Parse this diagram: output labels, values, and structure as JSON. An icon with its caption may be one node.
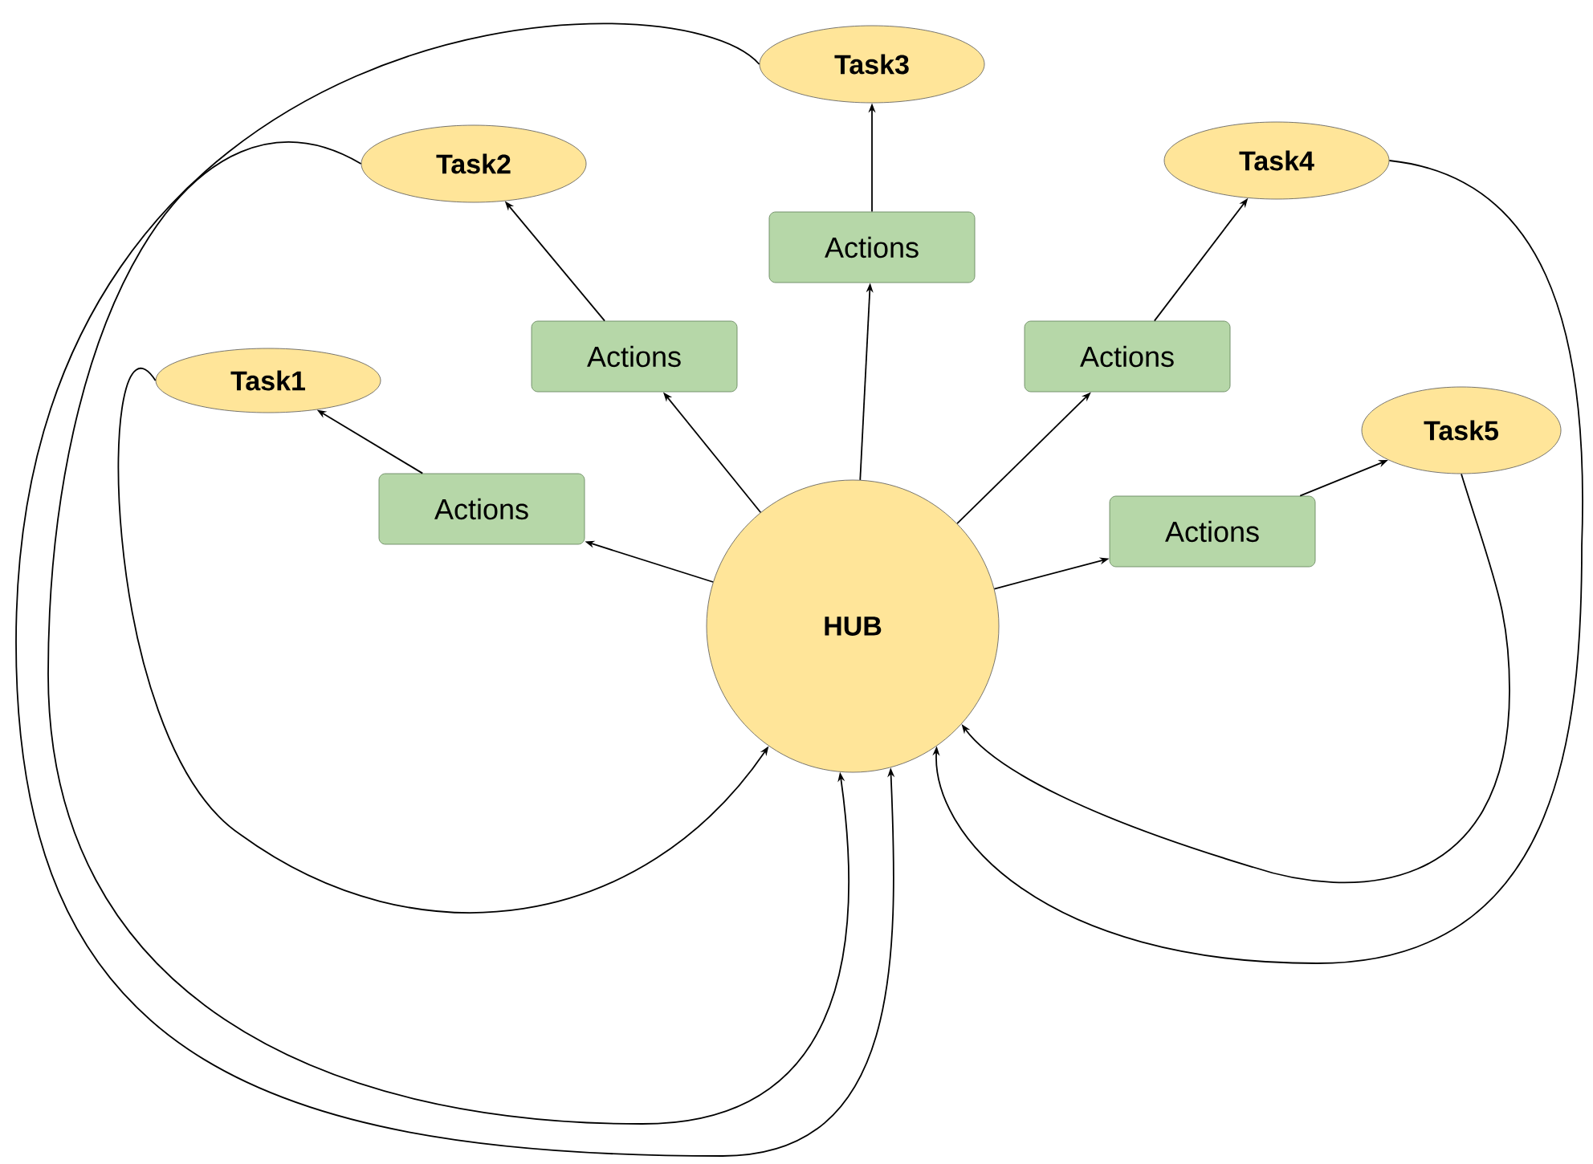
{
  "diagram": {
    "nodes": [
      {
        "text": [
          "HUB"
        ]
      },
      {
        "text": [
          "Actions"
        ]
      },
      {
        "text": [
          "Actions"
        ]
      },
      {
        "text": [
          "Actions"
        ]
      },
      {
        "text": [
          "Actions"
        ]
      },
      {
        "text": [
          "Actions"
        ]
      },
      {
        "text": [
          "Task1"
        ]
      },
      {
        "text": [
          "Task2"
        ]
      },
      {
        "text": [
          "Task3"
        ]
      },
      {
        "text": [
          "Task4"
        ]
      },
      {
        "text": [
          "Task5"
        ]
      }
    ],
    "edges": [
      {
        "from": 0,
        "to": 1,
        "arrow": "to"
      },
      {
        "from": 0,
        "to": 2,
        "arrow": "to"
      },
      {
        "from": 0,
        "to": 3,
        "arrow": "to"
      },
      {
        "from": 0,
        "to": 4,
        "arrow": "to"
      },
      {
        "from": 0,
        "to": 5,
        "arrow": "to"
      },
      {
        "from": 1,
        "to": 6,
        "arrow": "to"
      },
      {
        "from": 2,
        "to": 7,
        "arrow": "to"
      },
      {
        "from": 3,
        "to": 8,
        "arrow": "to"
      },
      {
        "from": 4,
        "to": 9,
        "arrow": "to"
      },
      {
        "from": 5,
        "to": 10,
        "arrow": "to"
      },
      {
        "from": 6,
        "to": 0,
        "arrow": "to"
      },
      {
        "from": 7,
        "to": 0,
        "arrow": "to"
      },
      {
        "from": 8,
        "to": 0,
        "arrow": "to"
      },
      {
        "from": 9,
        "to": 0,
        "arrow": "to"
      },
      {
        "from": 10,
        "to": 0,
        "arrow": "to"
      }
    ]
  }
}
